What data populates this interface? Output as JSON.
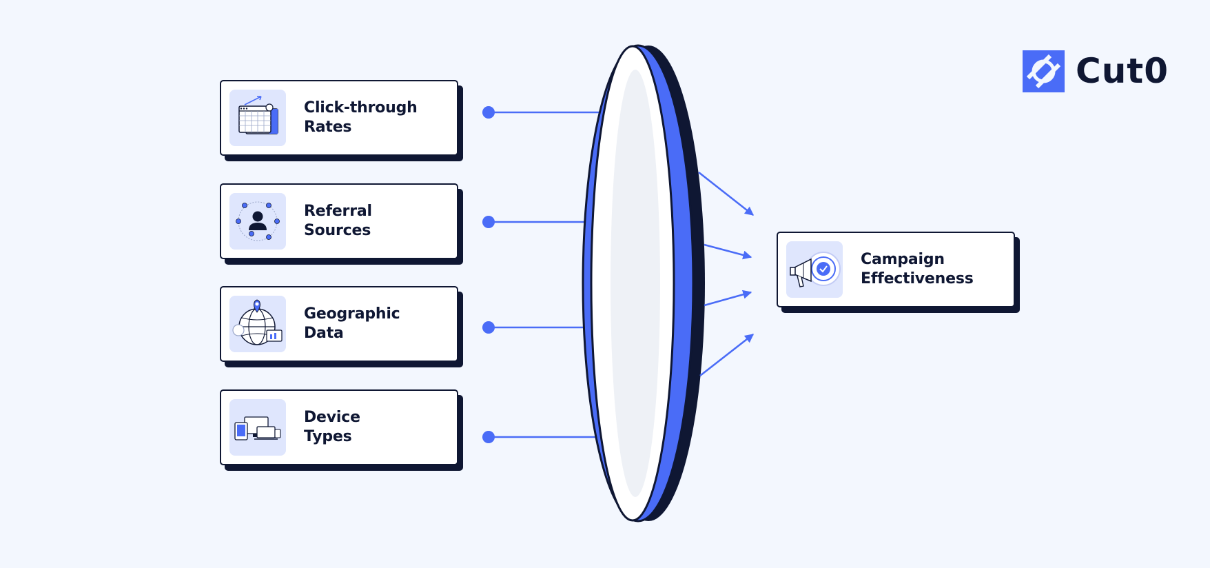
{
  "brand": {
    "name": "Cut0",
    "logo_icon": "cut0-logo-icon"
  },
  "colors": {
    "background": "#f3f7fe",
    "accent": "#4a6cf7",
    "ink": "#0f1733",
    "tile": "#dfe6fd"
  },
  "inputs": [
    {
      "line1": "Click-through",
      "line2": "Rates",
      "icon": "spreadsheet-chart-icon"
    },
    {
      "line1": "Referral",
      "line2": "Sources",
      "icon": "user-network-icon"
    },
    {
      "line1": "Geographic",
      "line2": "Data",
      "icon": "globe-location-icon"
    },
    {
      "line1": "Device",
      "line2": "Types",
      "icon": "devices-icon"
    }
  ],
  "output": {
    "line1": "Campaign",
    "line2": "Effectiveness",
    "icon": "megaphone-check-icon"
  },
  "lens": {
    "icon": "lens-icon"
  }
}
